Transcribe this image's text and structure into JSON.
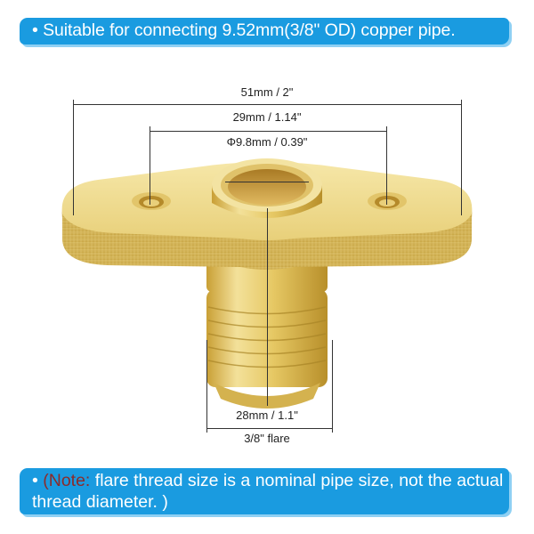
{
  "banners": {
    "top": {
      "bullet": "•",
      "text": "Suitable for connecting 9.52mm(3/8\" OD) copper pipe."
    },
    "bottom": {
      "bullet": "•",
      "note_label": "(Note:",
      "text": " flare thread size is a nominal pipe size, not the actual thread diameter. )"
    }
  },
  "dimensions": {
    "overall_length": "51mm / 2\"",
    "hole_spacing": "29mm / 1.14\"",
    "bore_diameter": "Φ9.8mm / 0.39\"",
    "thread_od": "28mm / 1.1\"",
    "flare_size": "3/8\" flare"
  },
  "colors": {
    "banner_blue": "#1a9be0",
    "banner_shadow": "#8fd0f3",
    "note_red": "#8b2b2b",
    "brass_light": "#f1dd94",
    "brass_mid": "#d9b84f",
    "brass_dark": "#b8912a"
  }
}
